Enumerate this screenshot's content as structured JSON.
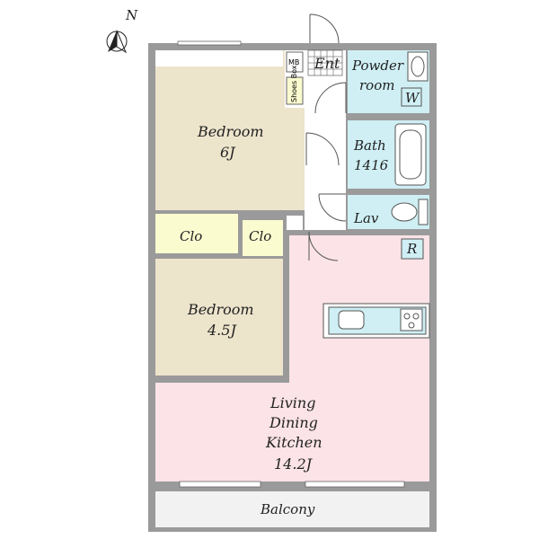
{
  "compass": {
    "label": "N",
    "icon": "north-arrow-icon"
  },
  "rooms": {
    "bedroom_6": {
      "name": "Bedroom",
      "size": "6J"
    },
    "bedroom_45": {
      "name": "Bedroom",
      "size": "4.5J"
    },
    "closet_1": {
      "name": "Clo"
    },
    "closet_2": {
      "name": "Clo"
    },
    "entrance": {
      "name": "Ent"
    },
    "meter_box": {
      "name": "MB"
    },
    "shoes_box": {
      "name": "Shoes Box"
    },
    "powder_room": {
      "name_1": "Powder",
      "name_2": "room"
    },
    "washer": {
      "name": "W"
    },
    "bath": {
      "name": "Bath",
      "size": "1416"
    },
    "lavatory": {
      "name": "Lav"
    },
    "refrigerator": {
      "name": "R"
    },
    "ldk": {
      "line1": "Living",
      "line2": "Dining",
      "line3": "Kitchen",
      "size": "14.2J"
    },
    "balcony": {
      "name": "Balcony"
    }
  },
  "colors": {
    "wall": "#9a9a9a",
    "bedroom": "#ede4cc",
    "closet": "#fbfbd0",
    "wet_area": "#cfeff4",
    "ldk": "#fbe3e7",
    "hall": "#ffffff",
    "balcony": "#f2f2f2"
  }
}
